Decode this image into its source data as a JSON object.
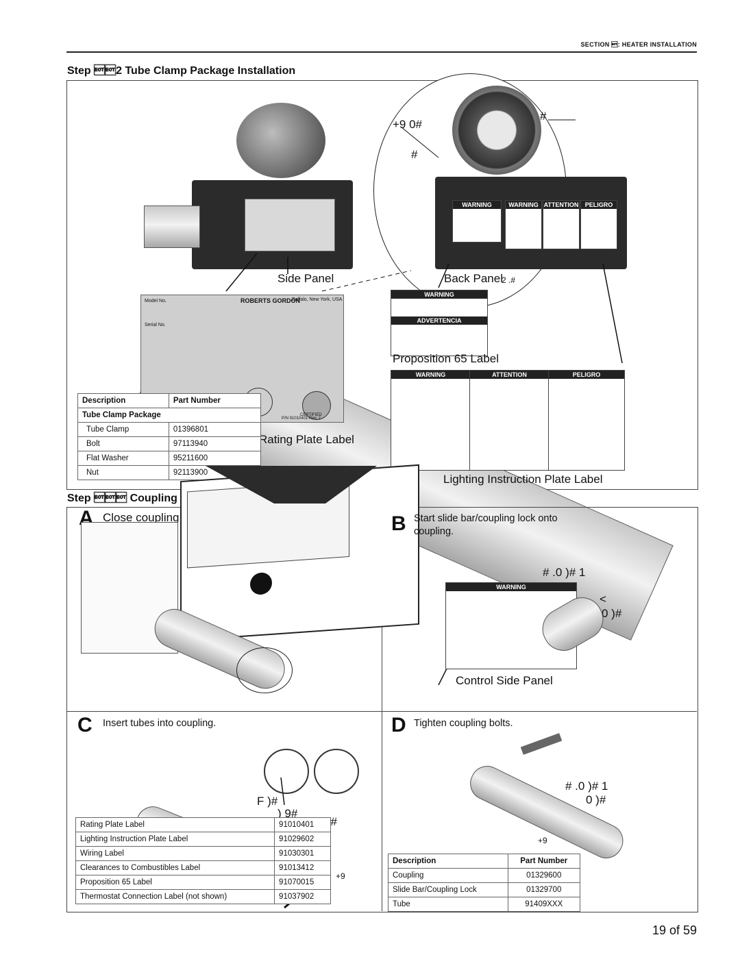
{
  "header": {
    "section": "SECTION \u0004: HEATER INSTALLATION"
  },
  "step1": {
    "title": "Step \u0004\u00042 Tube Clamp Package Installation"
  },
  "step2": {
    "title": "Step \u0004\u0004\u0004 Coupling"
  },
  "labels": {
    "glyph_top1": "+9 0#",
    "glyph_top2": "#",
    "glyph_top3": "#",
    "side_panel": "Side Panel",
    "back_panel": "Back Panel",
    "back_panel_glyph": "2 .#",
    "prop65": "Proposition 65 Label",
    "rating_plate": "Rating Plate Label",
    "lighting_plate": "Lighting Instruction Plate Label",
    "control_side_panel": "Control Side Panel"
  },
  "plate": {
    "company": "ROBERTS GORDON",
    "city": "Buffalo, New York, USA",
    "model": "Model No.",
    "serial": "Serial No.",
    "certified": "CERTIFIED",
    "part_no": "P/N 91010401 Rev. J"
  },
  "lighting_panels": {
    "warning": "WARNING",
    "attention": "ATTENTION",
    "peligro": "PELIGRO"
  },
  "prop65_panel": {
    "warning": "WARNING",
    "advertencia": "ADVERTENCIA"
  },
  "clamp_table": {
    "headers": [
      "Description",
      "Part Number"
    ],
    "group": "Tube Clamp Package",
    "rows": [
      [
        "Tube Clamp",
        "01396801"
      ],
      [
        "Bolt",
        "97113940"
      ],
      [
        "Flat Washer",
        "95211600"
      ],
      [
        "Nut",
        "92113900"
      ]
    ]
  },
  "coupling": {
    "A": {
      "letter": "A",
      "text": "Close coupling"
    },
    "B": {
      "letter": "B",
      "text": "Start slide bar/coupling lock onto coupling."
    },
    "C": {
      "letter": "C",
      "text": "Insert tubes into coupling."
    },
    "D": {
      "letter": "D",
      "text": "Tighten coupling bolts."
    },
    "glyph_b1": "# .0 )# 1",
    "glyph_b2": "<",
    "glyph_b3": "0 )#",
    "glyph_d1": "# .0 )# 1",
    "glyph_d2": "0 )#",
    "glyph_d3": "+9",
    "glyph_c1": "F )#",
    "glyph_c2": ") 9#",
    "glyph_c3": "2F G #",
    "glyph_c4": "+9",
    "glyph_c5": "+9"
  },
  "label_table": {
    "rows": [
      [
        "Rating Plate Label",
        "91010401"
      ],
      [
        "Lighting Instruction Plate Label",
        "91029602"
      ],
      [
        "Wiring Label",
        "91030301"
      ],
      [
        "Clearances to Combustibles Label",
        "91013412"
      ],
      [
        "Proposition 65 Label",
        "91070015"
      ],
      [
        "Thermostat Connection Label (not shown)",
        "91037902"
      ]
    ]
  },
  "coupling_table": {
    "headers": [
      "Description",
      "Part Number"
    ],
    "rows": [
      [
        "Coupling",
        "01329600"
      ],
      [
        "Slide Bar/Coupling Lock",
        "01329700"
      ],
      [
        "Tube",
        "91409XXX"
      ]
    ]
  },
  "page_number": "19 of 59"
}
